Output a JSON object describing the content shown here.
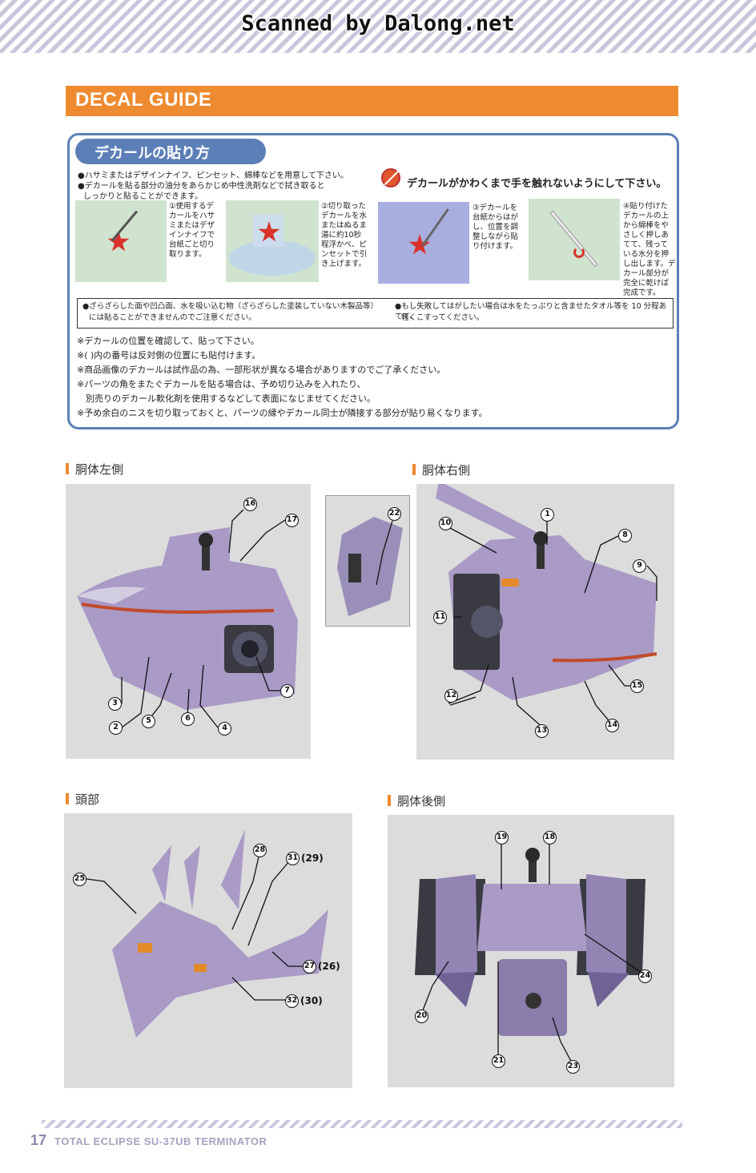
{
  "watermark": "Scanned by Dalong.net",
  "header": {
    "title": "DECAL GUIDE"
  },
  "guide": {
    "title": "デカールの貼り方",
    "notes": [
      "●ハサミまたはデザインナイフ、ピンセット、綿棒などを用意して下さい。",
      "●デカールを貼る部分の油分をあらかじめ中性洗剤などで拭き取ると",
      "しっかりと貼ることができます。"
    ],
    "warning": "デカールがかわくまで手を触れないようにして下さい。",
    "steps": [
      {
        "lines": [
          "①使用するデ",
          "カールをハサ",
          "ミまたはデザ",
          "インナイフで",
          "台紙ごと切り",
          "取ります。"
        ]
      },
      {
        "lines": [
          "②切り取った",
          "デカールを水",
          "またはぬるま",
          "湯に約10秒",
          "程浮かべ、ピ",
          "ンセットで引",
          "き上げます。"
        ]
      },
      {
        "lines": [
          "③デカールを",
          "台紙からはが",
          "し、位置を調",
          "整しながら貼",
          "り付けます。"
        ]
      },
      {
        "lines": [
          "④貼り付けた",
          "デカールの上",
          "から綿棒をや",
          "さしく押しあ",
          "てて、残って",
          "いる水分を押",
          "し出します。デ",
          "カール部分が",
          "完全に乾けば",
          "完成です。"
        ]
      }
    ],
    "tips_left": [
      "●ざらざらした面や凹凸面、水を吸い込む物（ざらざらした塗装していない木製品等）",
      "には貼ることができませんのでご注意ください。"
    ],
    "tips_right": [
      "●もし失敗してはがしたい場合は水をたっぷりと含ませたタオル等を 10 分程あてて、",
      "軽くこすってください。"
    ],
    "footnotes": [
      "※デカールの位置を確認して、貼って下さい。",
      "※( )内の番号は反対側の位置にも貼付けます。",
      "※商品画像のデカールは試作品の為、一部形状が異なる場合がありますのでご了承ください。",
      "※パーツの角をまたぐデカールを貼る場合は、予め切り込みを入れたり、",
      "　別売りのデカール軟化剤を使用するなどして表面になじませてください。",
      "※予め余白のニスを切り取っておくと、パーツの縁やデカール同士が隣接する部分が貼り易くなります。"
    ]
  },
  "sections": {
    "left": "胴体左側",
    "right": "胴体右側",
    "head": "頭部",
    "back": "胴体後側"
  },
  "labels": {
    "n1": "1",
    "n2": "2",
    "n3": "3",
    "n4": "4",
    "n5": "5",
    "n6": "6",
    "n7": "7",
    "n8": "8",
    "n9": "9",
    "n10": "10",
    "n11": "11",
    "n12": "12",
    "n13": "13",
    "n14": "14",
    "n15": "15",
    "n16": "16",
    "n17": "17",
    "n18": "18",
    "n19": "19",
    "n20": "20",
    "n21": "21",
    "n22": "22",
    "n23": "23",
    "n24": "24",
    "n25": "25",
    "n26": "26",
    "n27": "27",
    "n28": "28",
    "n29": "29",
    "n30": "30",
    "n31": "31",
    "n32": "32"
  },
  "footer": {
    "page": "17",
    "brand": "TOTAL ECLIPSE  SU-37UB TERMINATOR"
  }
}
